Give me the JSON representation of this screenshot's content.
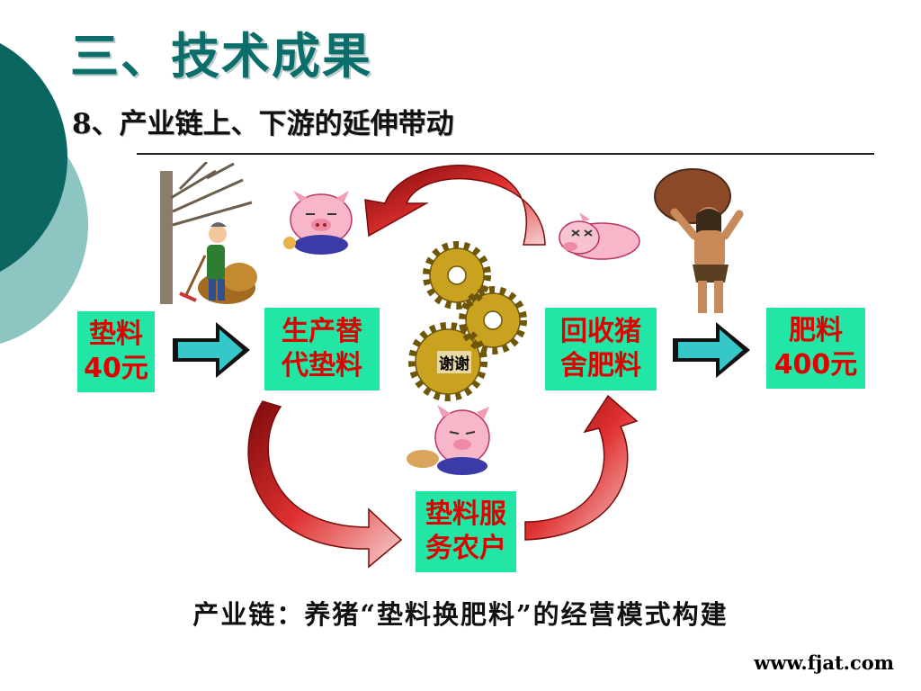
{
  "title": "三、技术成果",
  "subtitle": "8、产业链上、下游的延伸带动",
  "boxes": {
    "padding_cost": {
      "line1": "垫料",
      "line2": "40元"
    },
    "produce_substitute": {
      "line1": "生产替",
      "line2": "代垫料"
    },
    "recycle_manure": {
      "line1": "回收猪",
      "line2": "舍肥料"
    },
    "fertilizer_value": {
      "line1": "肥料",
      "line2": "400元"
    },
    "service_farmers": {
      "line1": "垫料服",
      "line2": "务农户"
    }
  },
  "gear_label": "谢谢",
  "caption": "产业链：养猪“垫料换肥料”的经营模式构建",
  "footer_url": "www.fjat.com",
  "colors": {
    "title": "#0b6e6a",
    "box_fill": "#22e6a6",
    "box_text": "#e00000",
    "arrow_red": "#d42020",
    "arrow_cyan": "#36c7c9",
    "gear_gold": "#c9a21f",
    "deco_dark": "#0b6561",
    "deco_light": "#7fc0bd"
  },
  "icons": [
    "tree-man-raking-icon",
    "pig-head-top-icon",
    "pig-lying-icon",
    "caveman-carrying-icon",
    "pig-bottom-icon",
    "gears-icon",
    "right-arrow-icon",
    "curved-arrow-icon"
  ]
}
